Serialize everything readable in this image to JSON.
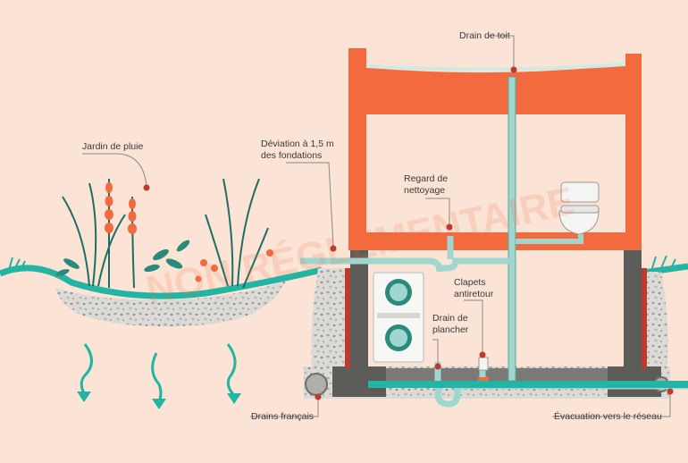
{
  "labels": {
    "drain_toit": "Drain de toit",
    "jardin_pluie": "Jardin de pluie",
    "deviation_line1": "Déviation à 1,5 m",
    "deviation_line2": "des fondations",
    "regard_line1": "Regard de",
    "regard_line2": "nettoyage",
    "clapets_line1": "Clapets",
    "clapets_line2": "antiretour",
    "drain_plancher_line1": "Drain de",
    "drain_plancher_line2": "plancher",
    "drains_francais": "Drains français",
    "evacuation": "Évacuation vers le réseau"
  },
  "watermark": "NON RÉGLEMENTAIRE",
  "colors": {
    "frame": "#f26a3d",
    "pipe": "#9fd6cf",
    "pipe_dark": "#2c9a8c",
    "water": "#22b5a3",
    "ground": "#fbe3d5",
    "gravel": "#d5d3d0",
    "foundation": "#5c5c58",
    "marker": "#c0392b"
  }
}
